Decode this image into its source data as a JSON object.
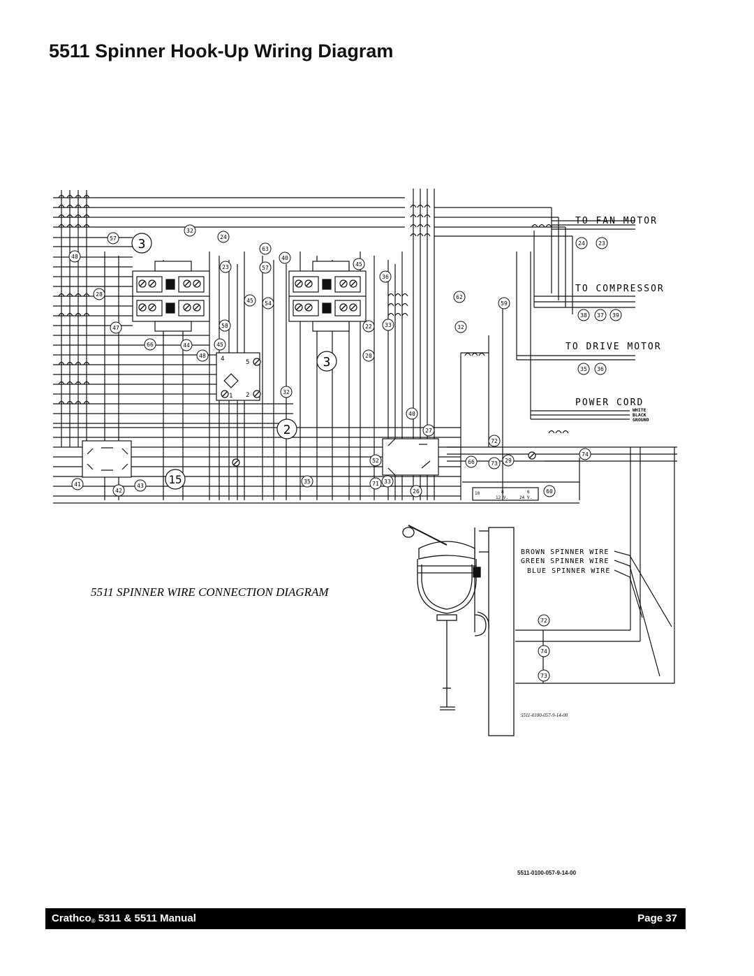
{
  "page": {
    "title": "5511 Spinner Hook-Up Wiring Diagram",
    "doc_number": "5511-0100-057-9-14-00"
  },
  "wiring": {
    "to_fan_motor": "TO FAN MOTOR",
    "to_compressor": "TO COMPRESSOR",
    "to_drive_motor": "TO DRIVE MOTOR",
    "power_cord": "POWER CORD",
    "cord_white": "WHITE",
    "cord_black": "BLACK",
    "cord_ground": "GROUND",
    "relay_3": "3",
    "relay_2": "2",
    "relay_15": "15",
    "term_4": "4",
    "term_5": "5",
    "term_1": "1",
    "term_2": "2",
    "board_10": "10",
    "board_8": "8",
    "board_6": "6",
    "board_12v": "12 V.",
    "board_24v": "24 V."
  },
  "wire_numbers": [
    "57",
    "32",
    "24",
    "63",
    "40",
    "48",
    "23",
    "57",
    "45",
    "28",
    "36",
    "45",
    "54",
    "62",
    "59",
    "47",
    "58",
    "22",
    "33",
    "32",
    "66",
    "44",
    "45",
    "48",
    "20",
    "32",
    "40",
    "27",
    "72",
    "52",
    "66",
    "73",
    "29",
    "74",
    "35",
    "71",
    "33",
    "26",
    "60",
    "41",
    "42",
    "43",
    "24",
    "23",
    "38",
    "37",
    "39",
    "35",
    "36"
  ],
  "spinner_diagram": {
    "title": "5511 SPINNER WIRE CONNECTION DIAGRAM",
    "brown": "BROWN SPINNER WIRE",
    "green": "GREEN SPINNER WIRE",
    "blue": "BLUE SPINNER WIRE",
    "w72": "72",
    "w74": "74",
    "w73": "73",
    "part_number": "5511-0100-057-9-14-00"
  },
  "footer": {
    "brand": "Crathco",
    "reg_mark": "®",
    "manual": "5311 & 5511 Manual",
    "page": "Page 37"
  }
}
